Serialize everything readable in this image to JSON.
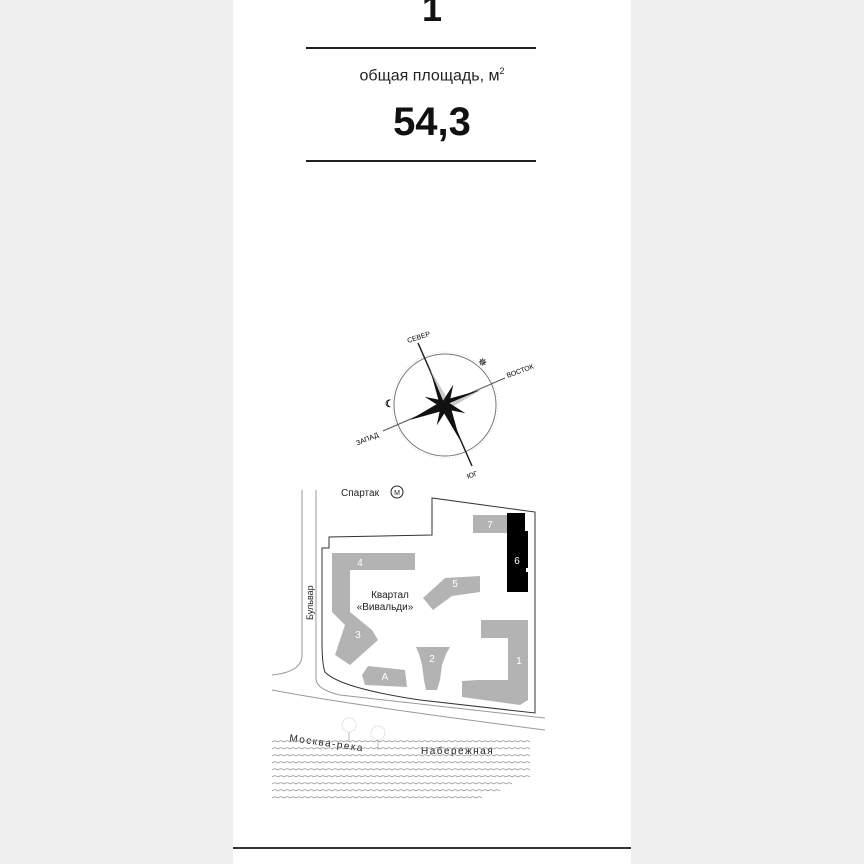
{
  "room_count": "1",
  "area": {
    "label": "общая площадь, м",
    "unit_sup": "2",
    "value": "54,3"
  },
  "compass": {
    "north": "СЕВЕР",
    "east": "ВОСТОК",
    "west": "ЗАПАД",
    "south": "ЮГ",
    "sun_icon": "sun-icon",
    "moon_icon": "moon-icon"
  },
  "map": {
    "metro": "Спартак",
    "metro_icon": "М",
    "boulevard": "Бульвар",
    "quarter_line1": "Квартал",
    "quarter_line2": "«Вивальди»",
    "river": "Москва-река",
    "embankment": "Набережная",
    "buildings": [
      "1",
      "2",
      "3",
      "4",
      "5",
      "6",
      "7",
      "А"
    ],
    "highlighted_building": "6",
    "colors": {
      "building": "#b3b3b3",
      "highlight": "#000000"
    }
  }
}
